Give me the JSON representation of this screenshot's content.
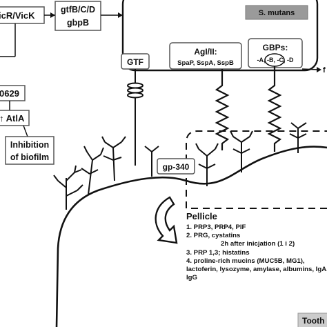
{
  "regulators": {
    "vicrk": "icR/VicK",
    "gtf_genes_line1": "gtfB/C/D",
    "gtf_genes_line2": "gbpB",
    "smu0629": "0629",
    "atla": "↑ AtlA",
    "inhibition_line1": "Inhibition",
    "inhibition_line2": "of biofilm"
  },
  "bacterium": {
    "name": "S. mutans",
    "gtf_label": "GTF",
    "agi_label": "AgI/II:",
    "agi_sublabel": "SpaP, SspA, SspB",
    "gbps_label": "GBPs:",
    "gbps_variants": "-A, -B, -C, -D",
    "edge_text": "f"
  },
  "tooth": {
    "gp340_label": "gp-340",
    "tooth_label": "Tooth",
    "pellicle_title": "Pellicle",
    "pellicle_lines": [
      "1. PRP3, PRP4, PIF",
      "2. PRG, cystatins",
      "2h after inicjation (1 i 2)",
      "3. PRP 1,3; histatins",
      "4. proline-rich mucins (MUC5B, MG1),",
      "lactoferin, lysozyme, amylase, albumins, IgA,",
      "IgG"
    ]
  },
  "colors": {
    "line": "#111111",
    "label_border": "#555555",
    "name_badge": "#9a9a9a",
    "tooth_label_bg": "#cccccc"
  }
}
